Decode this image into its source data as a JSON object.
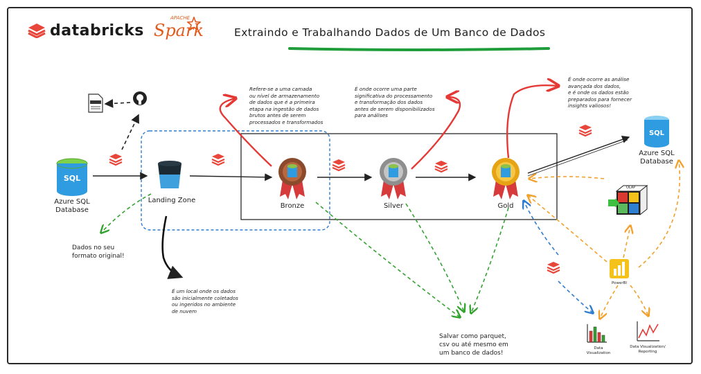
{
  "header": {
    "brand": "databricks",
    "spark": "Spark",
    "spark_superscript": "APACHE",
    "title": "Extraindo e Trabalhando Dados de Um Banco de Dados"
  },
  "nodes": {
    "source_db": "Azure SQL\nDatabase",
    "landing": "Landing Zone",
    "bronze": "Bronze",
    "silver": "Silver",
    "gold": "Gold",
    "target_db": "Azure SQL\nDatabase",
    "powerbi": "PowerBI",
    "data_viz": "Data\nVisualization",
    "data_viz_reporting": "Data Visualization/\nReporting",
    "olap_label": "OLAP"
  },
  "notes": {
    "bronze_note": "Refere-se a uma camada\nou nível de armazenamento\nde dados que é a primeira\netapa na ingestão de dados\nbrutos antes de serem\nprocessados e transformados",
    "silver_note": "É onde ocorre uma parte\nsignificativa do processamento\ne transformação dos dados\nantes de serem disponibilizados\npara análises",
    "gold_note": "É onde ocorre as análise\navançada dos dados,\ne é onde os dados estão\npreparados para fornecer\ninsights valiosos!",
    "original_note": "Dados no seu\nformato original!",
    "landing_note": "É um local onde os dados\nsão inicialmente coletados\nou ingeridos no ambiente\nde nuvem",
    "save_note": "Salvar como parquet,\ncsv ou até mesmo em\num banco de dados!"
  },
  "colors": {
    "databricks_red": "#e8463a",
    "spark_orange": "#e25a1c",
    "title_underline": "#1f9d3a",
    "blue_db": "#2f9be0",
    "green_dash": "#33a32f",
    "orange_dash": "#f2a12c",
    "blue_dash": "#2d7ccf",
    "red_arrow": "#e53935"
  }
}
